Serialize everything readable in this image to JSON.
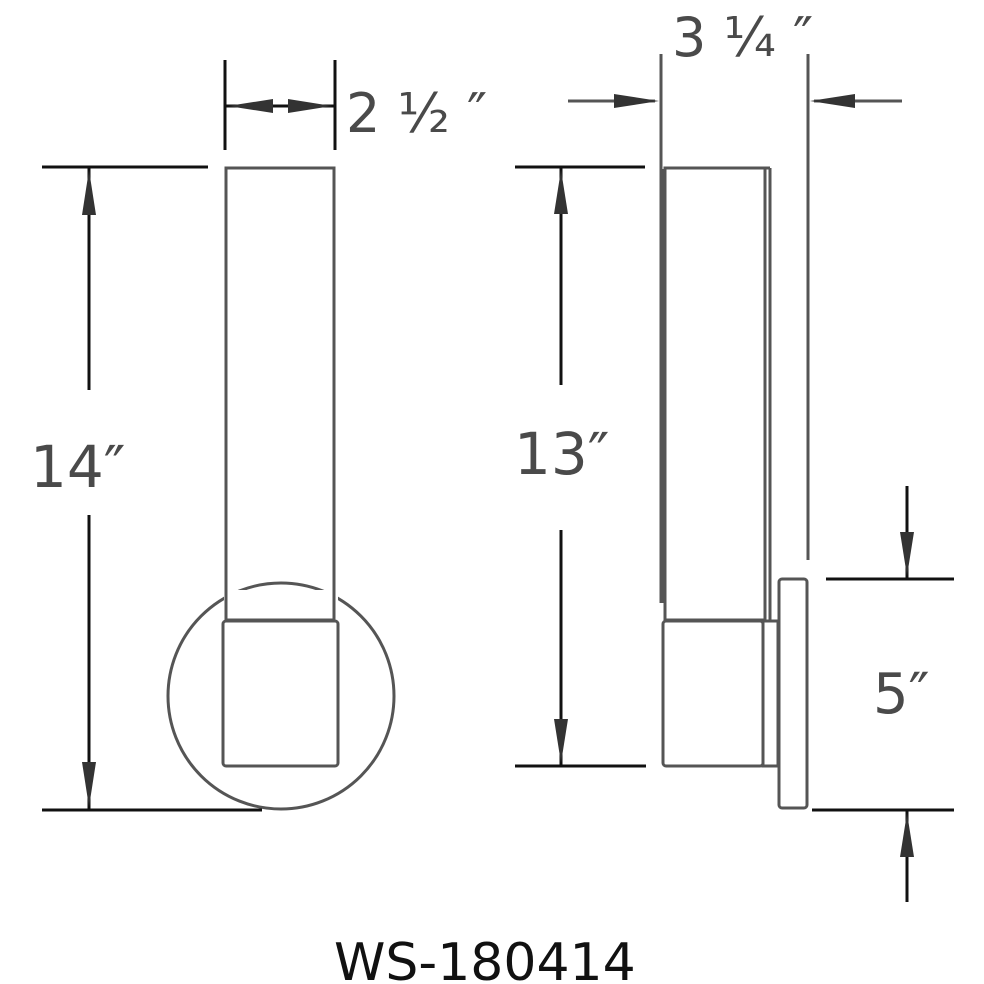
{
  "diagram": {
    "type": "dimension-drawing",
    "subject": "wall sconce",
    "model_number": "WS-180414",
    "colors": {
      "outline": "#555555",
      "dimension_line": "#111111",
      "dimension_text": "#4a4a4a",
      "model_text": "#111111",
      "background": "#ffffff"
    },
    "views": [
      {
        "name": "front-view",
        "dimensions": {
          "width": "2 ½ ″",
          "height": "14″"
        }
      },
      {
        "name": "side-view",
        "dimensions": {
          "depth": "3 ¼ ″",
          "height": "13″",
          "backplate_height": "5″"
        }
      }
    ]
  },
  "labels": {
    "front_width": "2 ½ ″",
    "front_height": "14″",
    "side_depth": "3 ¼ ″",
    "side_height": "13″",
    "backplate_height": "5″",
    "model": "WS-180414"
  }
}
